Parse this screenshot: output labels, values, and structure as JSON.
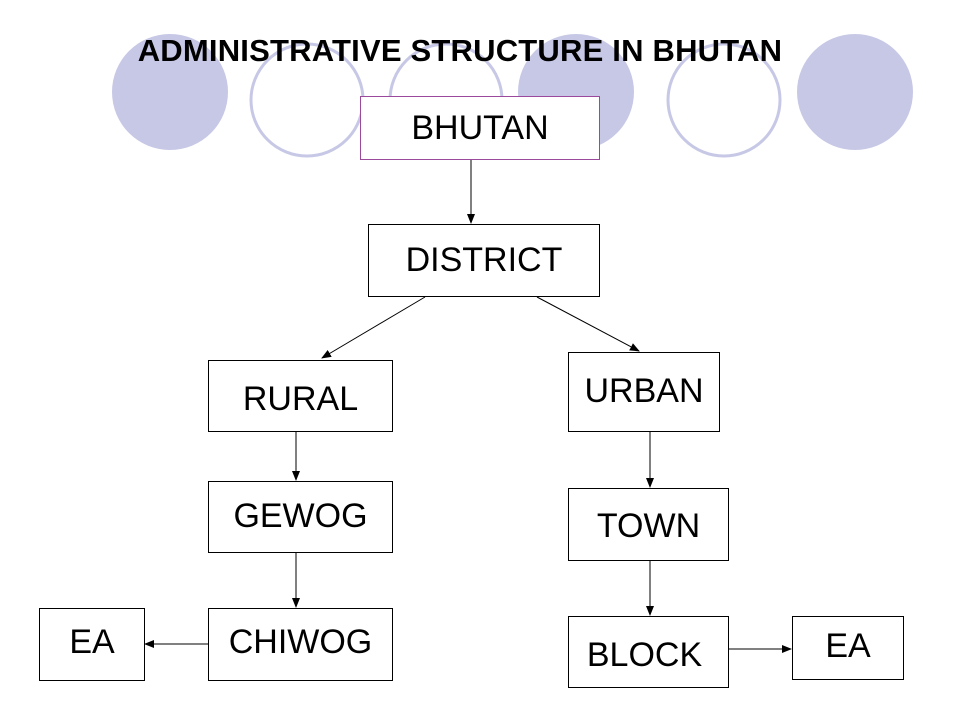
{
  "title": "ADMINISTRATIVE STRUCTURE IN BHUTAN",
  "colors": {
    "circle_fill": "#c7c8e6",
    "circle_stroke": "#c7c8e6",
    "root_border": "#9b4a9b",
    "node_border": "#000000",
    "arrow": "#000000"
  },
  "nodes": {
    "bhutan": "BHUTAN",
    "district": "DISTRICT",
    "rural": "RURAL",
    "urban": "URBAN",
    "gewog": "GEWOG",
    "town": "TOWN",
    "chiwog": "CHIWOG",
    "block": "BLOCK",
    "ea_left": "EA",
    "ea_right": "EA"
  },
  "edges": [
    {
      "from": "bhutan",
      "to": "district"
    },
    {
      "from": "district",
      "to": "rural"
    },
    {
      "from": "district",
      "to": "urban"
    },
    {
      "from": "rural",
      "to": "gewog"
    },
    {
      "from": "gewog",
      "to": "chiwog"
    },
    {
      "from": "chiwog",
      "to": "ea_left"
    },
    {
      "from": "urban",
      "to": "town"
    },
    {
      "from": "town",
      "to": "block"
    },
    {
      "from": "block",
      "to": "ea_right"
    }
  ]
}
